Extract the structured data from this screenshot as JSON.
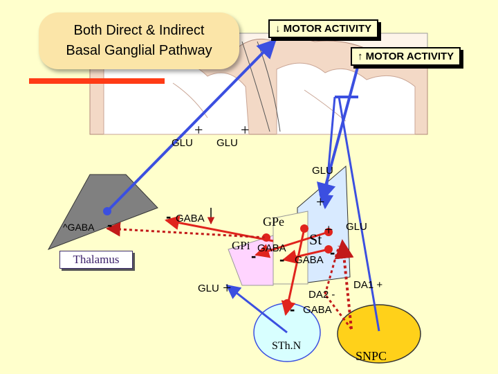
{
  "title": {
    "line1": "Both Direct & Indirect",
    "line2": "Basal Ganglial Pathway"
  },
  "motor_down": {
    "arrow": "↓",
    "text": "MOTOR ACTIVITY"
  },
  "motor_up": {
    "arrow": "↑",
    "text": "MOTOR ACTIVITY"
  },
  "labels": {
    "glu_1": "GLU",
    "glu_2": "GLU",
    "glu_3": "GLU",
    "glu_4": "GLU",
    "glu_5": "GLU",
    "gaba_thal": "^GABA",
    "gaba_top": "GABA",
    "gaba_gpi": "GABA",
    "gaba_st": "GABA",
    "gaba_sthn": "GABA",
    "gpe": "GPe",
    "gpi": "GPi",
    "st": "St",
    "thalamus": "Thalamus",
    "sthn": "STh.N",
    "snpc": "SNPC",
    "da2": "DA2 -",
    "da1": "DA1 +"
  },
  "signs": {
    "plus": "+",
    "minus": "-"
  },
  "colors": {
    "background": "#ffffcc",
    "excitatory": "#3b4fe0",
    "inhibitory": "#e0241d",
    "dopamine": "#c21a1a",
    "thalamus_fill": "#808080",
    "gpe_fill": "#e8e8ff",
    "gpi_fill": "#ffd4ff",
    "striatum_fill": "#d8eaff",
    "sthn_fill": "#d8ffff",
    "snpc_fill": "#ffd11a"
  }
}
